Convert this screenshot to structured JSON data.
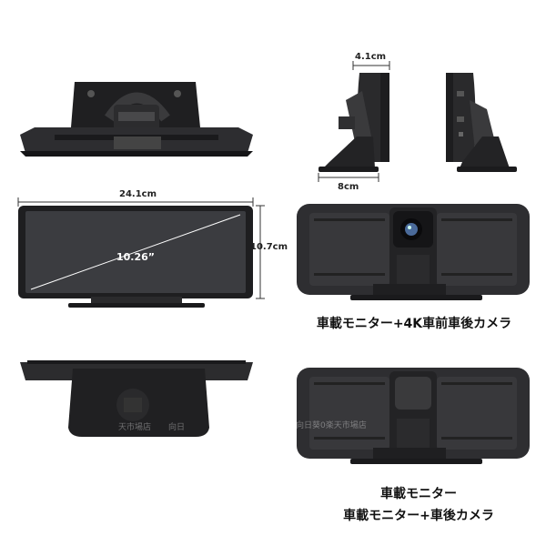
{
  "dimensions": {
    "depth_top": "4.1cm",
    "base_width": "8cm",
    "width": "24.1cm",
    "height": "10.7cm",
    "diagonal": "10.26”"
  },
  "captions": {
    "dual_camera": "車載モニター+4K車前車後カメラ",
    "monitor_only": "車載モニター",
    "rear_camera": "車載モニター+車後カメラ"
  },
  "watermark": {
    "left_1": "天市場店",
    "left_2": "向日",
    "right": "向日葵0楽天市場店"
  },
  "colors": {
    "device_dark": "#2b2b2d",
    "screen": "#3a3b3f",
    "bezel": "#1d1d1f",
    "accent": "#111111"
  }
}
